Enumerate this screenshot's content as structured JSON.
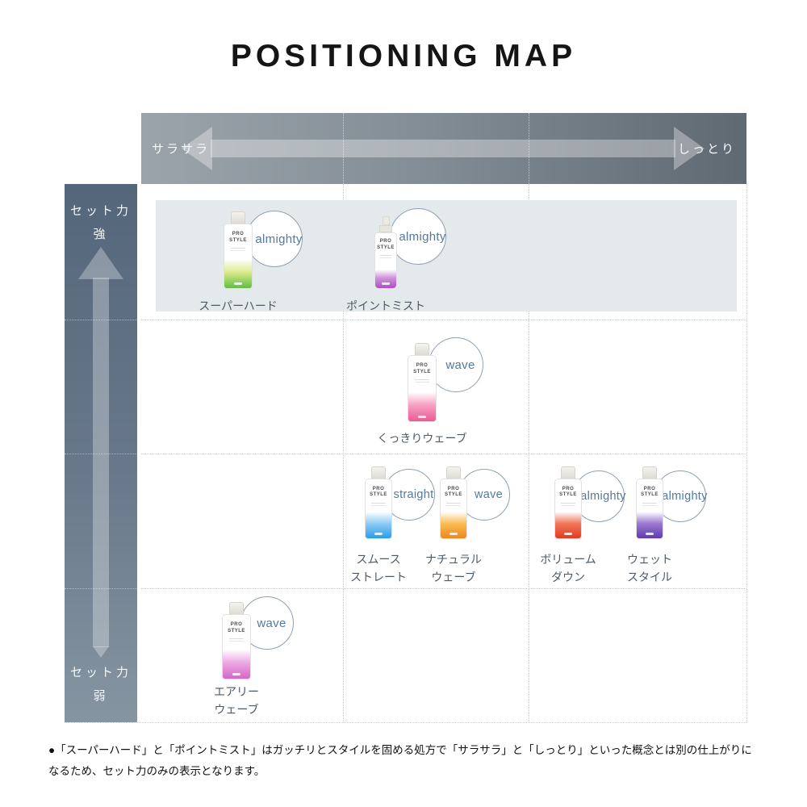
{
  "title": "POSITIONING MAP",
  "axes": {
    "horizontal": {
      "left": "サラサラ",
      "right": "しっとり"
    },
    "vertical": {
      "top": "セット力\n強",
      "bottom": "セット力\n弱"
    }
  },
  "bottle_brand": "PRO\nSTYLE",
  "products": [
    {
      "name": "スーパーハード",
      "badge": "almighty",
      "bottle": "spray",
      "color_light": "#dcea8e",
      "color": "#62bd41",
      "grid_row": 1,
      "grid_column": 1
    },
    {
      "name": "ポイントミスト",
      "badge": "almighty",
      "bottle": "pump",
      "color_light": "#d092dc",
      "color": "#ab50c3",
      "grid_row": 1,
      "grid_column": 2
    },
    {
      "name": "くっきりウェーブ",
      "badge": "wave",
      "bottle": "spray",
      "color_light": "#f79fc1",
      "color": "#eb5b95",
      "grid_row": 2,
      "grid_column": 2
    },
    {
      "name": "スムース\nストレート",
      "badge": "straight",
      "bottle": "spray",
      "color_light": "#8ecbf5",
      "color": "#2d9ce8",
      "grid_row": 3,
      "grid_column": 2
    },
    {
      "name": "ナチュラル\nウェーブ",
      "badge": "wave",
      "bottle": "spray",
      "color_light": "#f9bd55",
      "color": "#f0871a",
      "grid_row": 3,
      "grid_column": 2
    },
    {
      "name": "ボリューム\nダウン",
      "badge": "almighty",
      "bottle": "spray",
      "color_light": "#f0765a",
      "color": "#e43a20",
      "grid_row": 3,
      "grid_column": 3
    },
    {
      "name": "ウェット\nスタイル",
      "badge": "almighty",
      "bottle": "spray",
      "color_light": "#9a79cf",
      "color": "#5f3cb0",
      "grid_row": 3,
      "grid_column": 3
    },
    {
      "name": "エアリー\nウェーブ",
      "badge": "wave",
      "bottle": "spray",
      "color_light": "#eba8e3",
      "color": "#d466c5",
      "grid_row": 4,
      "grid_column": 1
    }
  ],
  "colors": {
    "top_bar_left": "#9ba4ab",
    "top_bar_right": "#5f6972",
    "side_bar_top": "#54667a",
    "side_bar_bottom": "#8695a2",
    "highlight_row": "#e4e9ec",
    "badge_border": "#8da0b2",
    "badge_text": "#56789a",
    "label_text": "#4c5a66"
  },
  "footnote": "●「スーパーハード」と「ポイントミスト」はガッチリとスタイルを固める処方で「サラサラ」と「しっとり」といった概念とは別の仕上がりになるため、セット力のみの表示となります。"
}
